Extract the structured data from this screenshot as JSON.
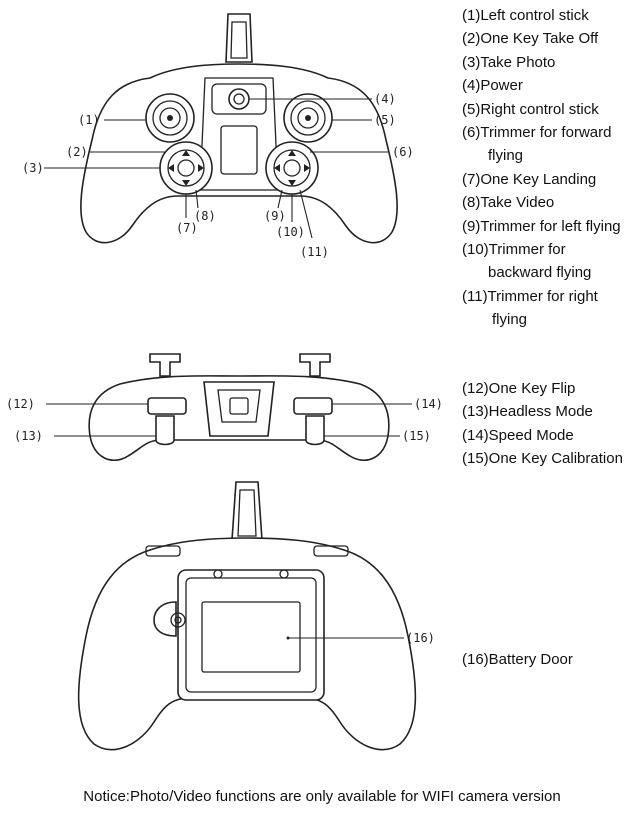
{
  "top_legend": [
    {
      "label": "(1)Left control stick"
    },
    {
      "label": "(2)One Key Take Off"
    },
    {
      "label": "(3)Take Photo"
    },
    {
      "label": "(4)Power"
    },
    {
      "label": "(5)Right control stick"
    },
    {
      "label": "(6)Trimmer for forward",
      "cont": "flying"
    },
    {
      "label": "(7)One Key Landing"
    },
    {
      "label": "(8)Take Video"
    },
    {
      "label": "(9)Trimmer for left flying"
    },
    {
      "label": "(10)Trimmer for",
      "cont": "backward flying"
    },
    {
      "label": "(11)Trimmer for right",
      "cont": "flying"
    }
  ],
  "mid_legend": [
    {
      "label": "(12)One Key Flip"
    },
    {
      "label": "(13)Headless Mode"
    },
    {
      "label": "(14)Speed Mode"
    },
    {
      "label": "(15)One Key Calibration"
    }
  ],
  "bottom_legend": [
    {
      "label": "(16)Battery Door"
    }
  ],
  "callouts": {
    "c1": "(1)",
    "c2": "(2)",
    "c3": "(3)",
    "c4": "(4)",
    "c5": "(5)",
    "c6": "(6)",
    "c7": "(7)",
    "c8": "(8)",
    "c9": "(9)",
    "c10": "(10)",
    "c11": "(11)",
    "c12": "(12)",
    "c13": "(13)",
    "c14": "(14)",
    "c15": "(15)",
    "c16": "(16)"
  },
  "notice": "Notice:Photo/Video functions are only available for WIFI camera version"
}
